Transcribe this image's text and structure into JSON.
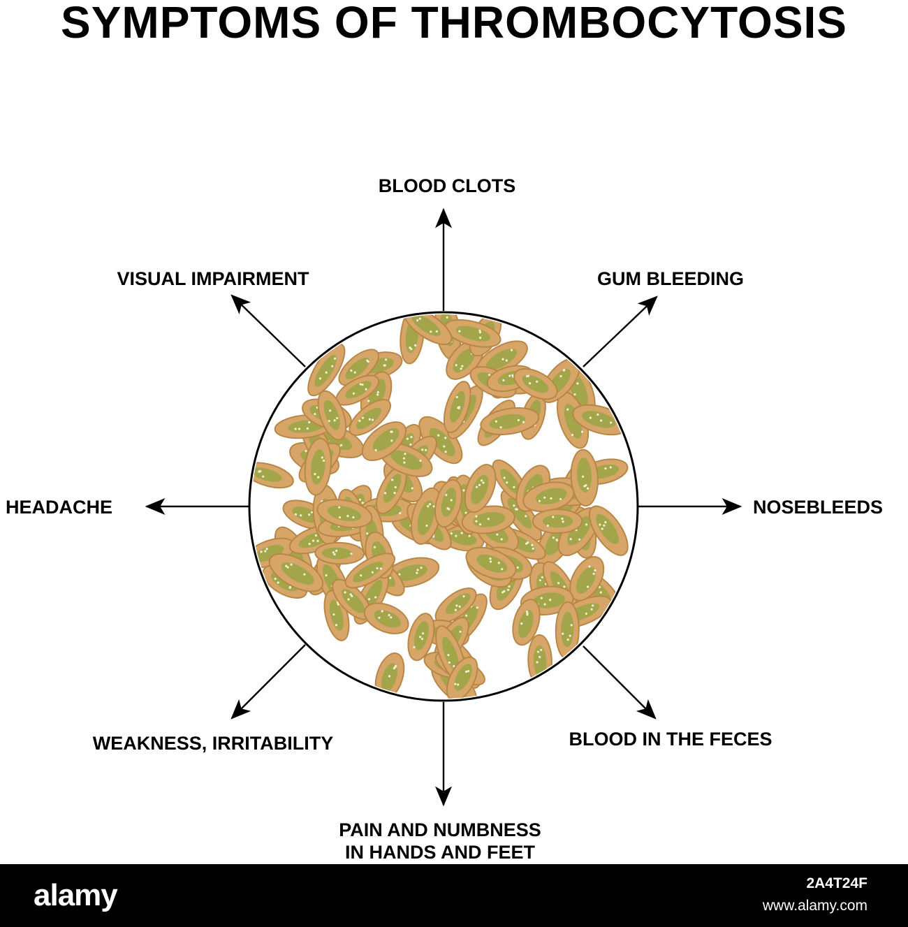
{
  "title": "SYMPTOMS OF THROMBOCYTOSIS",
  "symptoms": {
    "top": "BLOOD CLOTS",
    "top_right": "GUM BLEEDING",
    "right": "NOSEBLEEDS",
    "bottom_right": "BLOOD IN THE FECES",
    "bottom_line1": "PAIN AND NUMBNESS",
    "bottom_line2": "IN HANDS AND FEET",
    "bottom_left": "WEAKNESS, IRRITABILITY",
    "left": "HEADACHE",
    "top_left": "VISUAL IMPAIRMENT"
  },
  "colors": {
    "platelet_outer": "#d7a567",
    "platelet_inner": "#9aa545",
    "platelet_edge": "#b88748",
    "circle_stroke": "#000000"
  },
  "footer": {
    "brand": "alamy",
    "image_id": "2A4T24F",
    "url": "www.alamy.com"
  }
}
